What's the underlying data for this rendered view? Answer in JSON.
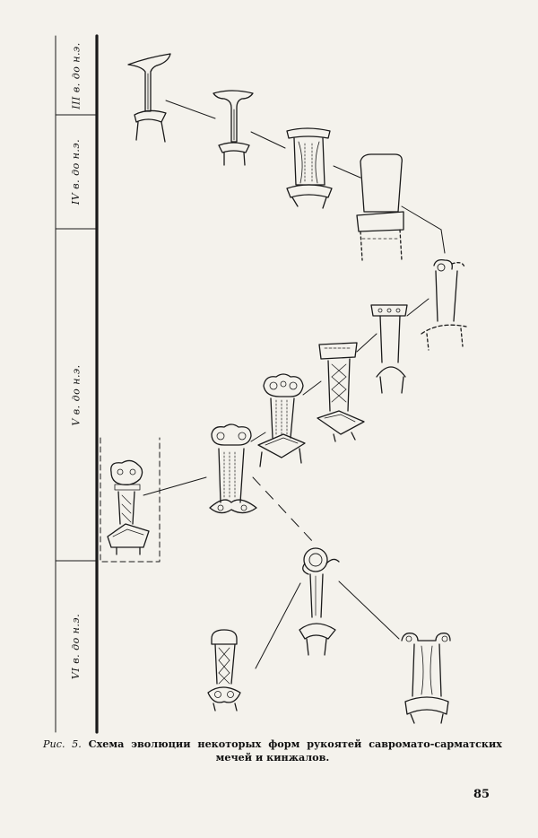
{
  "periods": [
    {
      "id": "c3",
      "label": "III в. до н.э."
    },
    {
      "id": "c4",
      "label": "IV в. до н.э."
    },
    {
      "id": "c5",
      "label": "V в. до н.э."
    },
    {
      "id": "c6",
      "label": "VI в. до н.э."
    }
  ],
  "caption": {
    "figure": "Рис. 5.",
    "text": "Схема эволюции некоторых форм рукоятей савромато-сарматских мечей и кинжалов."
  },
  "page_number": "85",
  "colors": {
    "ink": "#1a1a1a",
    "paper": "#f4f2ec"
  }
}
